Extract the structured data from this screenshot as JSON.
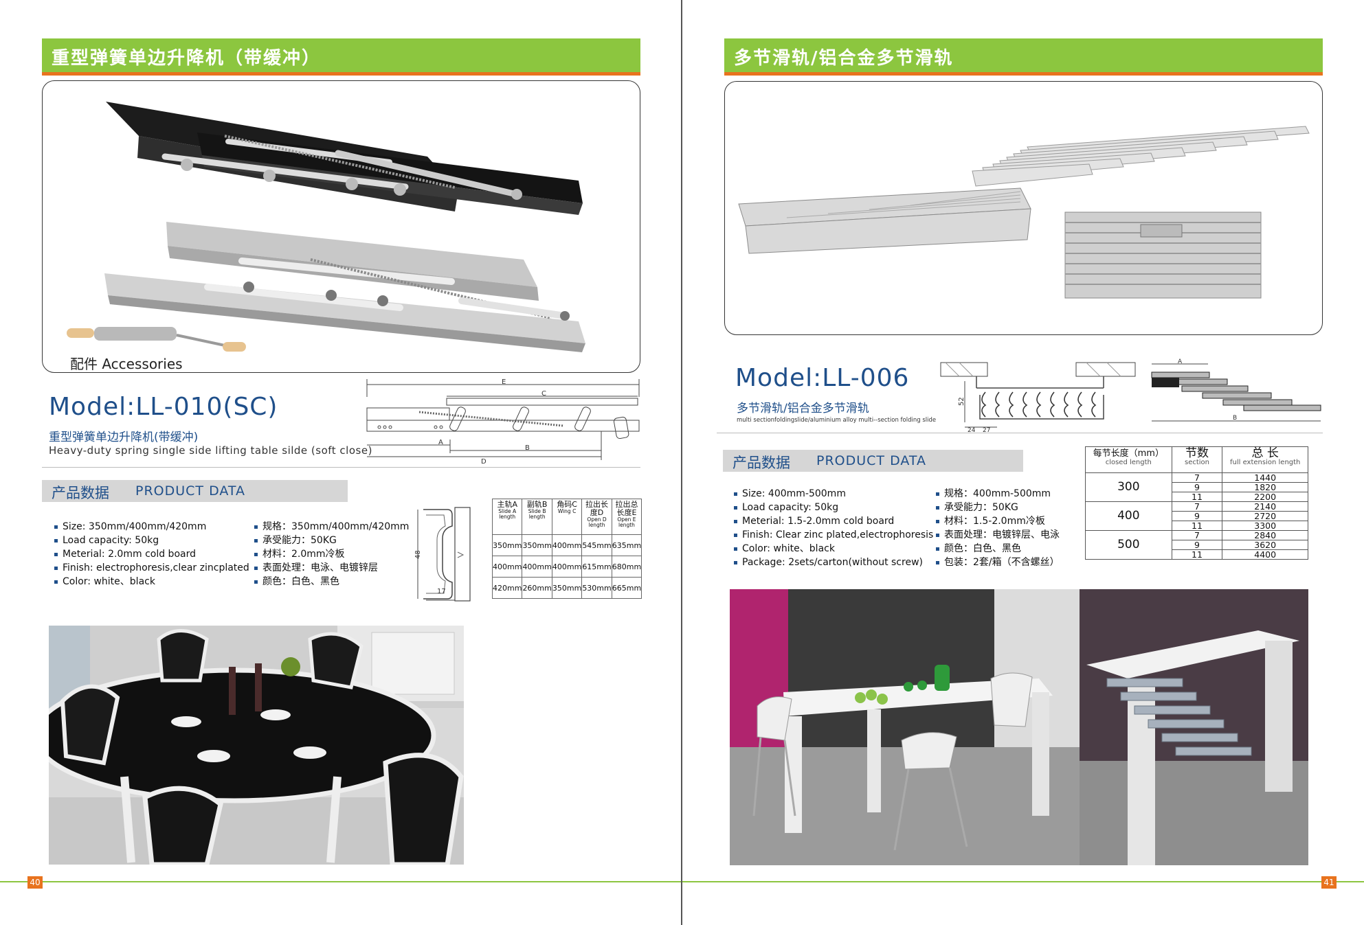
{
  "left_page": {
    "title": "重型弹簧单边升降机（带缓冲）",
    "accessories_label": "配件 Accessories",
    "model": "Model:LL-010(SC)",
    "subtitle_cn": "重型弹簧单边升降机(带缓冲)",
    "subtitle_en": "Heavy-duty spring single side lifting table silde (soft close)",
    "diagram_labels": {
      "e": "E",
      "c": "C",
      "a": "A",
      "b": "B",
      "d": "D"
    },
    "section_dims": {
      "height": "48",
      "width": "17"
    },
    "data_header_cn": "产品数据",
    "data_header_en": "PRODUCT DATA",
    "specs_en": [
      "Size: 350mm/400mm/420mm",
      "Load capacity: 50kg",
      "Meterial: 2.0mm cold board",
      "Finish: electrophoresis,clear zincplated",
      "Color: white、black"
    ],
    "specs_cn": [
      "规格：350mm/400mm/420mm",
      "承受能力：50KG",
      "材料：2.0mm冷板",
      "表面处理：电泳、电镀锌层",
      "颜色：白色、黑色"
    ],
    "dim_table": {
      "headers": [
        {
          "cn": "主轨A",
          "en": "Slide A length"
        },
        {
          "cn": "副轨B",
          "en": "Slide B length"
        },
        {
          "cn": "角码C",
          "en": "Wing C"
        },
        {
          "cn": "拉出长度D",
          "en": "Open D length"
        },
        {
          "cn": "拉出总长度E",
          "en": "Open E length"
        }
      ],
      "rows": [
        [
          "350mm",
          "350mm",
          "400mm",
          "545mm",
          "635mm"
        ],
        [
          "400mm",
          "400mm",
          "400mm",
          "615mm",
          "680mm"
        ],
        [
          "420mm",
          "260mm",
          "350mm",
          "530mm",
          "665mm"
        ]
      ]
    },
    "page_number": "40"
  },
  "right_page": {
    "title": "多节滑轨/铝合金多节滑轨",
    "model": "Model:LL-006",
    "subtitle_cn": "多节滑轨/铝合金多节滑轨",
    "subtitle_en": "multi sectionfoldingslide/aluminium alloy multi--section folding slide",
    "profile_dims": {
      "h": "52",
      "w1": "24",
      "w2": "27"
    },
    "extend_labels": {
      "a": "A",
      "b": "B"
    },
    "data_header_cn": "产品数据",
    "data_header_en": "PRODUCT DATA",
    "specs_en": [
      "Size: 400mm-500mm",
      "Load capacity: 50kg",
      "Meterial: 1.5-2.0mm cold board",
      "Finish: Clear zinc plated,electrophoresis",
      "Color: white、black",
      "Package: 2sets/carton(without screw)"
    ],
    "specs_cn": [
      "规格：400mm-500mm",
      "承受能力：50KG",
      "材料：1.5-2.0mm冷板",
      "表面处理：电镀锌层、电泳",
      "颜色：白色、黑色",
      "包装：2套/箱（不含螺丝）"
    ],
    "section_table": {
      "headers": [
        {
          "cn": "每节长度（mm）",
          "en": "closed length"
        },
        {
          "cn": "节数",
          "en": "section"
        },
        {
          "cn": "总 长",
          "en": "full extension length"
        }
      ],
      "groups": [
        {
          "length": "300",
          "rows": [
            [
              "7",
              "1440"
            ],
            [
              "9",
              "1820"
            ],
            [
              "11",
              "2200"
            ]
          ]
        },
        {
          "length": "400",
          "rows": [
            [
              "7",
              "2140"
            ],
            [
              "9",
              "2720"
            ],
            [
              "11",
              "3300"
            ]
          ]
        },
        {
          "length": "500",
          "rows": [
            [
              "7",
              "2840"
            ],
            [
              "9",
              "3620"
            ],
            [
              "11",
              "4400"
            ]
          ]
        }
      ]
    },
    "page_number": "41"
  }
}
